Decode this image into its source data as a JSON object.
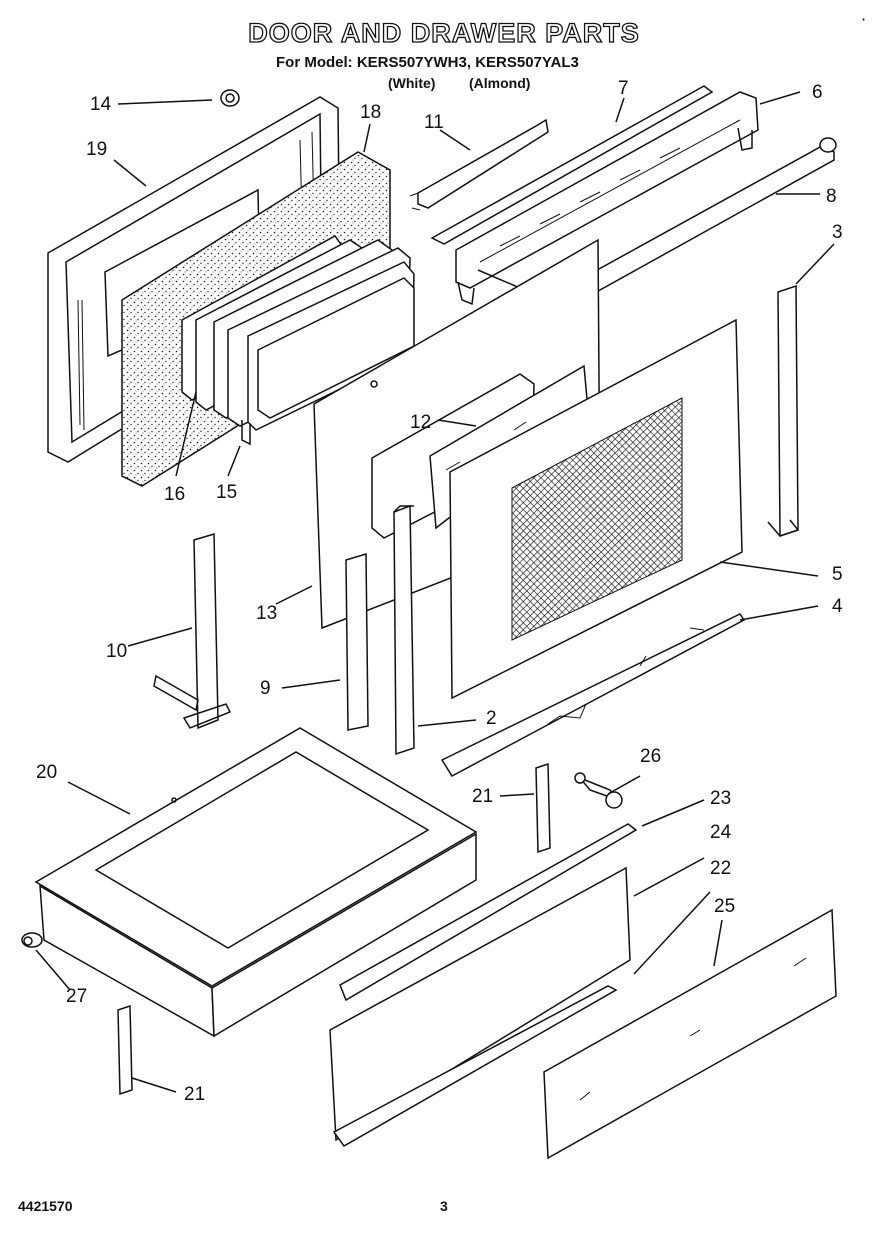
{
  "header": {
    "title": "DOOR AND DRAWER PARTS",
    "models": "For Model: KERS507YWH3, KERS507YAL3",
    "color_white": "(White)",
    "color_almond": "(Almond)"
  },
  "corner_mark": "·",
  "footer": {
    "doc_number": "4421570",
    "page": "3"
  },
  "callouts": [
    "14",
    "18",
    "19",
    "11",
    "7",
    "6",
    "8",
    "3",
    "16",
    "15",
    "12",
    "13",
    "10",
    "9",
    "5",
    "4",
    "2",
    "20",
    "21",
    "26",
    "23",
    "24",
    "22",
    "25",
    "27",
    "21"
  ]
}
